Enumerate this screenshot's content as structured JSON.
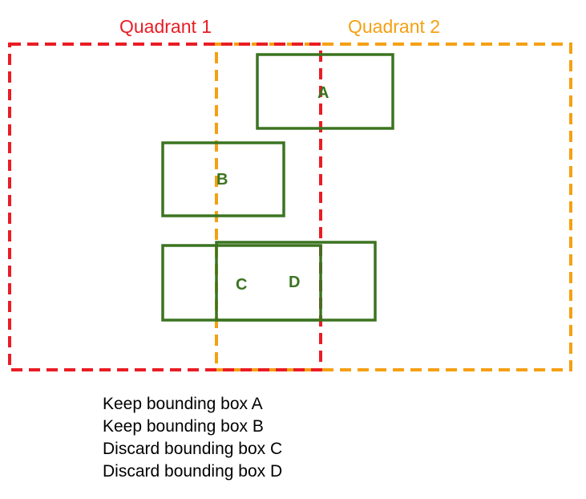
{
  "quadrants": [
    {
      "label": "Quadrant 1",
      "color": "#ea1c24"
    },
    {
      "label": "Quadrant 2",
      "color": "#f5a013"
    }
  ],
  "boxes": {
    "color": "#3b7420",
    "labels": {
      "a": "A",
      "b": "B",
      "c": "C",
      "d": "D"
    }
  },
  "notes": [
    "Keep bounding box A",
    "Keep bounding box B",
    "Discard bounding box C",
    "Discard bounding box D"
  ]
}
